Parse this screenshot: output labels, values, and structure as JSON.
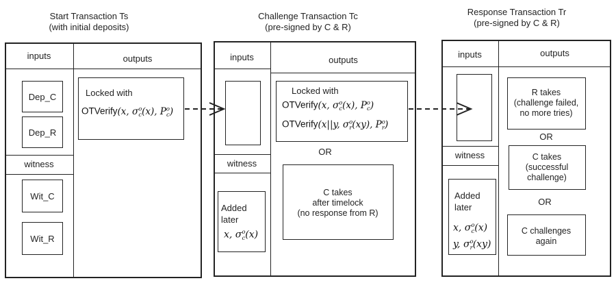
{
  "titles": {
    "start_line1": "Start Transaction Ts",
    "start_line2": "(with initial deposits)",
    "challenge_line1": "Challenge Transaction Tc",
    "challenge_line2": "(pre-signed by C & R)",
    "response_line1": "Response Transaction Tr",
    "response_line2": "(pre-signed by C & R)"
  },
  "start": {
    "inputs": "inputs",
    "outputs": "outputs",
    "dep_c": "Dep_C",
    "dep_r": "Dep_R",
    "witness": "witness",
    "wit_c": "Wit_C",
    "wit_r": "Wit_R",
    "locked_with": "Locked with",
    "otverify": "OTVerify"
  },
  "challenge": {
    "inputs": "inputs",
    "outputs": "outputs",
    "witness": "witness",
    "added_later_1": "Added",
    "added_later_2": "later",
    "locked_with": "Locked with",
    "otverify_1": "OTVerify",
    "otverify_2": "OTVerify",
    "or": "OR",
    "c_takes_1": "C takes",
    "c_takes_2": "after timelock",
    "c_takes_3": "(no response from R)"
  },
  "response": {
    "inputs": "inputs",
    "outputs": "outputs",
    "witness": "witness",
    "added_later_1": "Added",
    "added_later_2": "later",
    "r_takes_1": "R takes",
    "r_takes_2": "(challenge failed,",
    "r_takes_3": "no more tries)",
    "or_1": "OR",
    "c_takes_1": "C takes",
    "c_takes_2": "(successful",
    "c_takes_3": "challenge)",
    "or_2": "OR",
    "c_challenges_1": "C challenges",
    "c_challenges_2": "again"
  },
  "colors": {
    "line": "#222222",
    "background": "#ffffff"
  }
}
